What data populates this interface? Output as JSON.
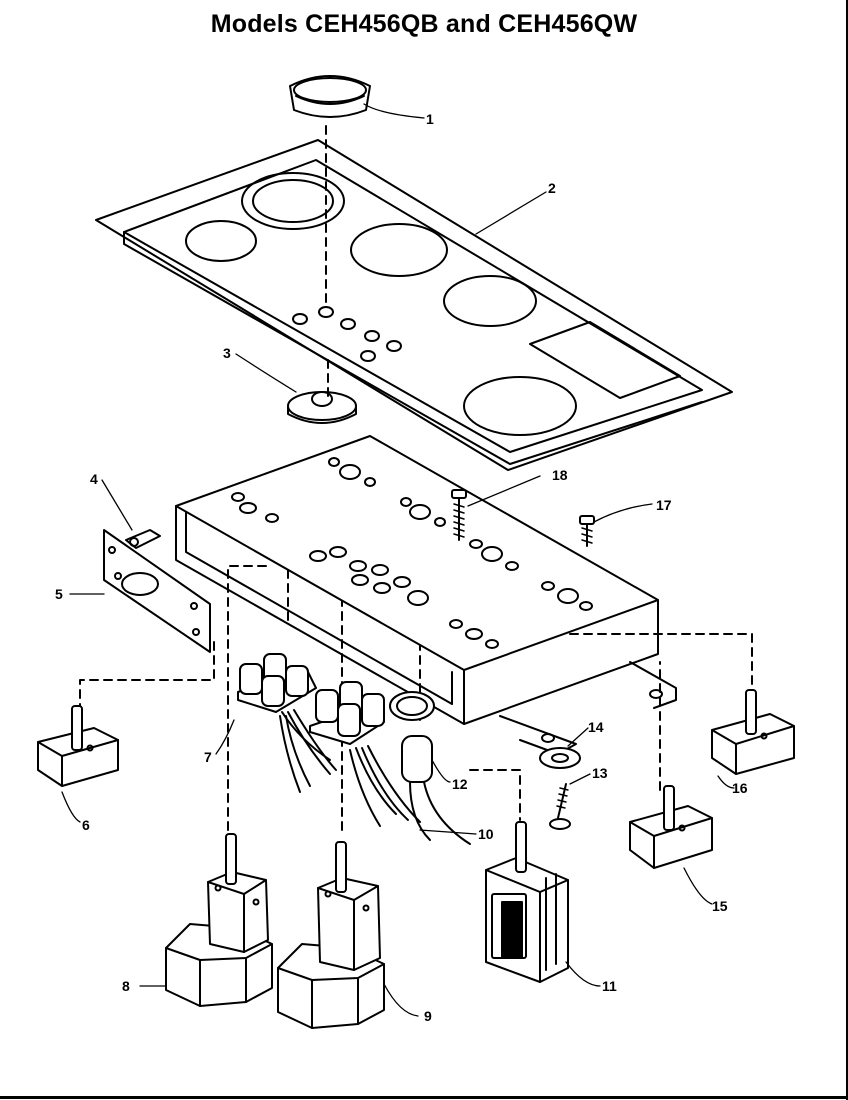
{
  "title": "Models CEH456QB and CEH456QW",
  "part_labels": [
    "1",
    "2",
    "3",
    "4",
    "5",
    "6",
    "7",
    "8",
    "9",
    "10",
    "11",
    "12",
    "13",
    "14",
    "15",
    "16",
    "17",
    "18"
  ]
}
